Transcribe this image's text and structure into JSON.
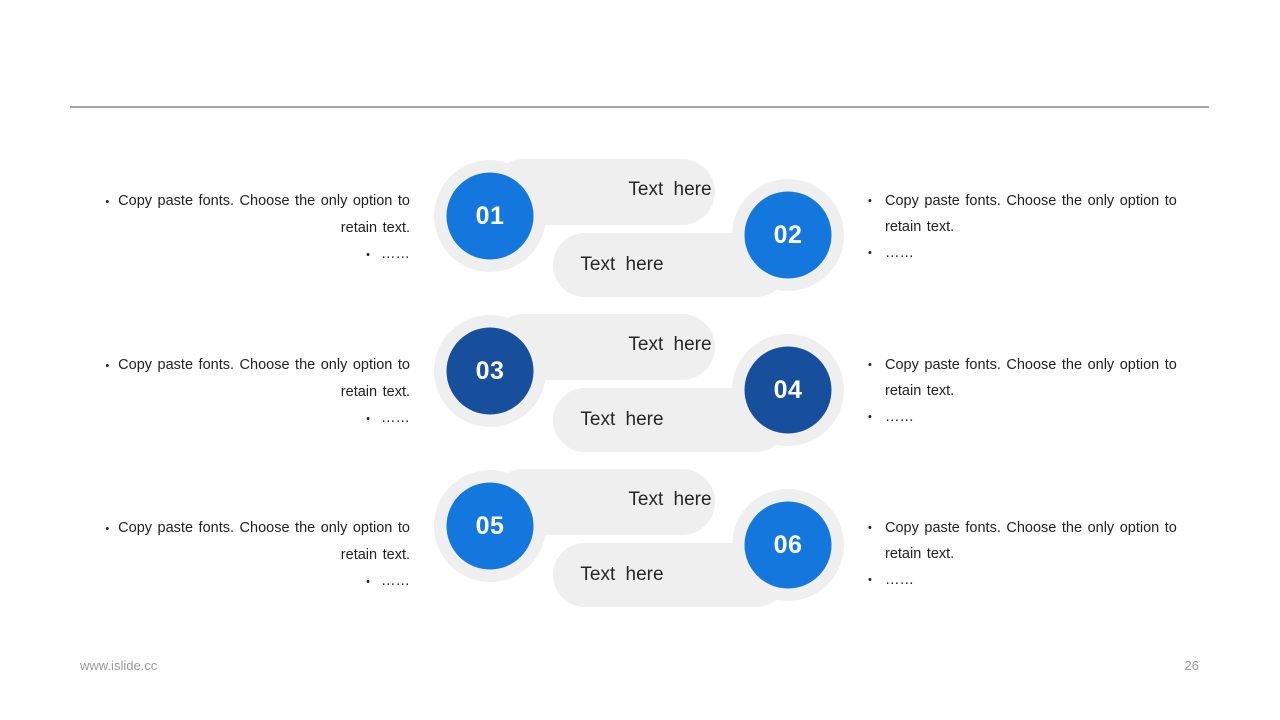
{
  "page": {
    "background": "#ffffff",
    "divider_color": "#a5a5a5",
    "track_color": "#efefef"
  },
  "footer": {
    "website": "www.islide.cc",
    "page_number": "26"
  },
  "rows": [
    {
      "left_text": {
        "bullet": "•",
        "line1": "Copy paste fonts. Choose the only option to",
        "line2": "retain text.",
        "line3": "……"
      },
      "right_text": {
        "bullet": "•",
        "line1": "Copy paste fonts. Choose the only option to",
        "line2": "retain text.",
        "line3": "……"
      },
      "graphic": {
        "number_left": "01",
        "number_right": "02",
        "label_top": "Text here",
        "label_bottom": "Text here",
        "circle_color": "#1377DE",
        "track_color": "#efefef"
      }
    },
    {
      "left_text": {
        "bullet": "•",
        "line1": "Copy paste fonts. Choose the only option to",
        "line2": "retain text.",
        "line3": "……"
      },
      "right_text": {
        "bullet": "•",
        "line1": "Copy paste fonts. Choose the only option to",
        "line2": "retain text.",
        "line3": "……"
      },
      "graphic": {
        "number_left": "03",
        "number_right": "04",
        "label_top": "Text here",
        "label_bottom": "Text here",
        "circle_color": "#184F9C",
        "track_color": "#efefef"
      }
    },
    {
      "left_text": {
        "bullet": "•",
        "line1": "Copy paste fonts. Choose the only option to",
        "line2": "retain text.",
        "line3": "……"
      },
      "right_text": {
        "bullet": "•",
        "line1": "Copy paste fonts. Choose the only option to",
        "line2": "retain text.",
        "line3": "……"
      },
      "graphic": {
        "number_left": "05",
        "number_right": "06",
        "label_top": "Text here",
        "label_bottom": "Text here",
        "circle_color": "#1377DE",
        "track_color": "#efefef"
      }
    }
  ]
}
